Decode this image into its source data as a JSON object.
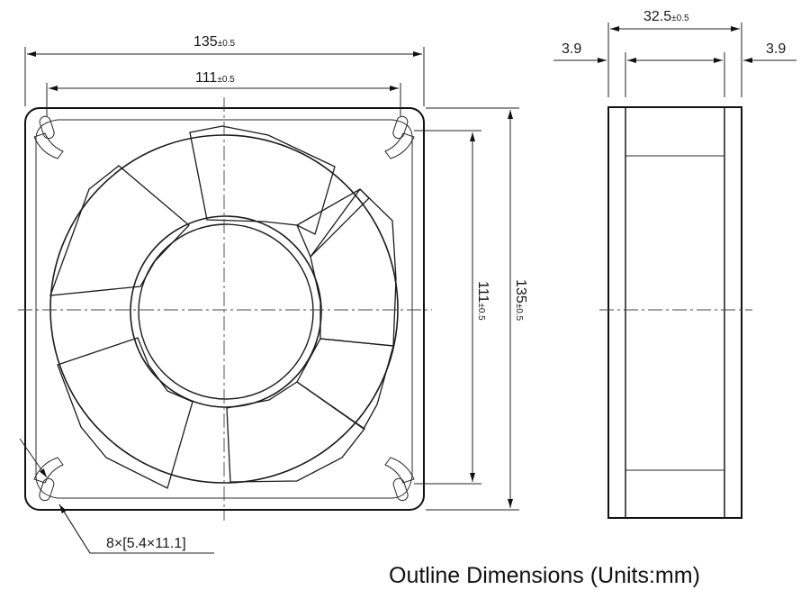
{
  "front_view": {
    "overall_width": {
      "value": "135",
      "tolerance": "±0.5"
    },
    "hole_spacing_horizontal": {
      "value": "111",
      "tolerance": "±0.5"
    },
    "hole_spacing_vertical": {
      "value": "111",
      "tolerance": "±0.5"
    },
    "overall_height": {
      "value": "135",
      "tolerance": "±0.5"
    },
    "mounting_holes": "8×[5.4×11.1]"
  },
  "side_view": {
    "depth": {
      "value": "32.5",
      "tolerance": "±0.5"
    },
    "flange_left": "3.9",
    "flange_right": "3.9"
  },
  "caption": "Outline Dimensions (Units:mm)"
}
